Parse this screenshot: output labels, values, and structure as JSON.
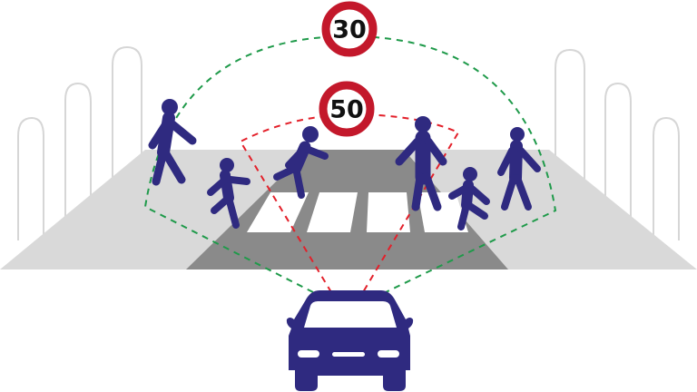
{
  "signs": [
    {
      "label": "30",
      "zone": "outer"
    },
    {
      "label": "50",
      "zone": "inner"
    }
  ],
  "colors": {
    "figure": "#2f2a80",
    "sign_ring": "#c3182b",
    "zone_30": "#1f9a4a",
    "zone_50": "#e3202a",
    "road_light": "#d9d9d9",
    "road_dark": "#8a8a8a"
  },
  "icons": [
    "pedestrian-icon",
    "car-icon",
    "speed-limit-sign-icon"
  ]
}
